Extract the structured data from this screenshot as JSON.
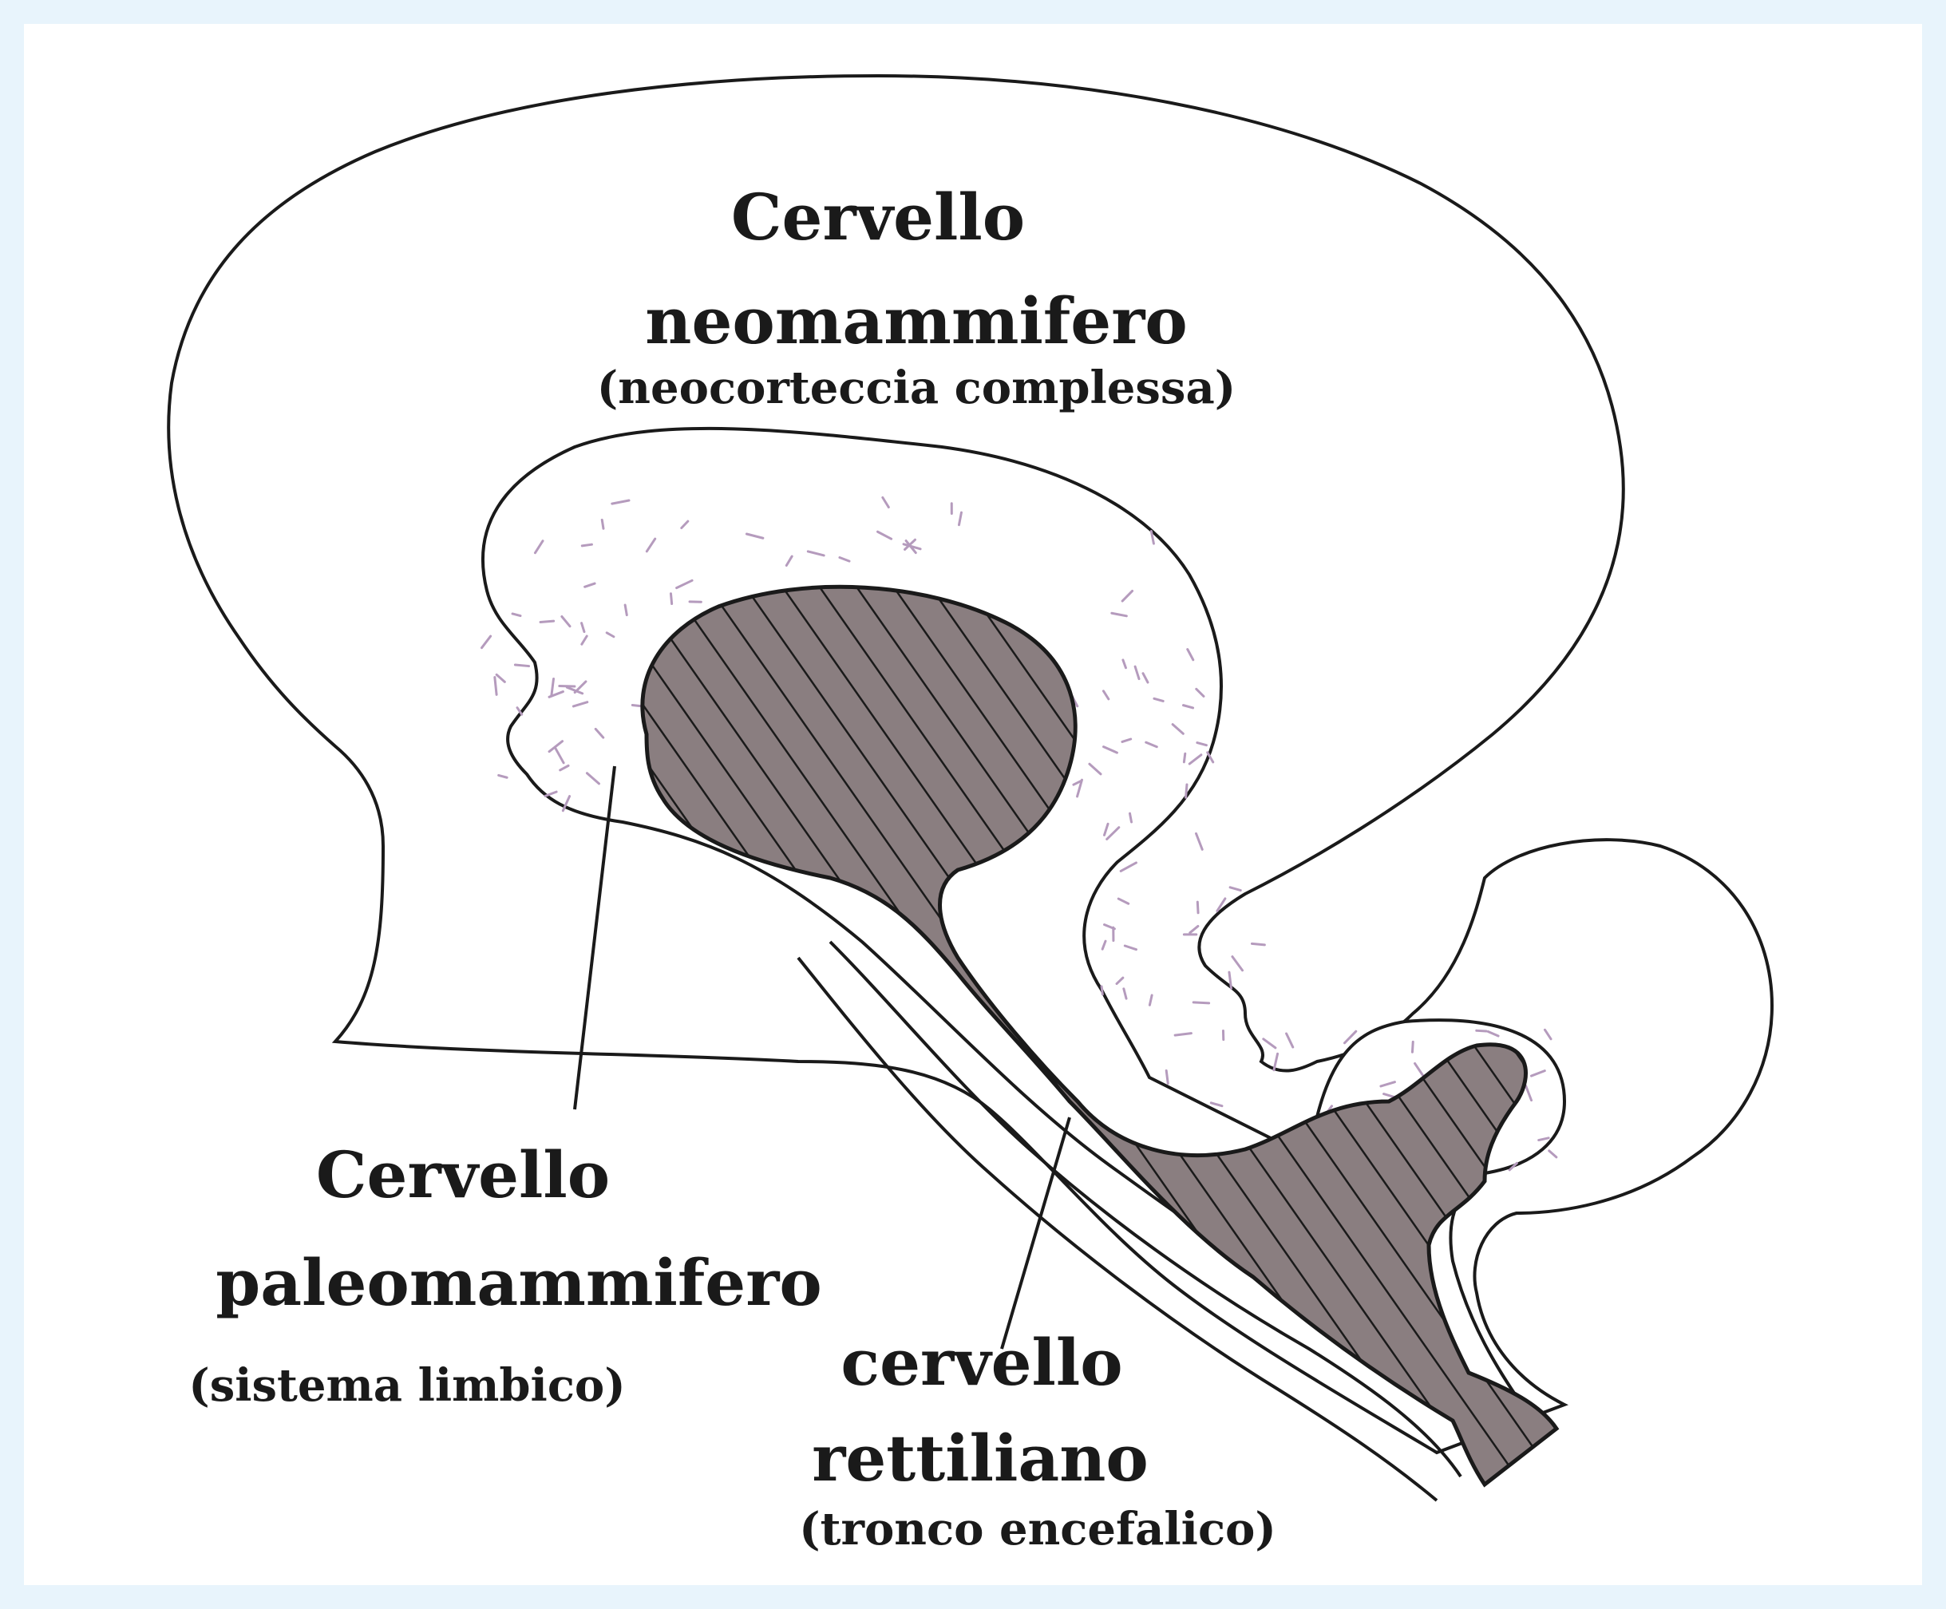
{
  "labels": {
    "neo": {
      "line1": "Cervello",
      "line2": "neomammifero",
      "sub": "(neocorteccia complessa)"
    },
    "paleo": {
      "line1": "Cervello",
      "line2": "paleomammifero",
      "sub": "(sistema limbico)"
    },
    "rettile": {
      "line1": "cervello",
      "line2": "rettiliano",
      "sub": "(tronco encefalico)"
    }
  },
  "colors": {
    "outline": "#1a1a1a",
    "reptilian_fill": "#8a7e80",
    "limbic_speckle": "#b59bbd",
    "background": "#e8f4fc"
  }
}
